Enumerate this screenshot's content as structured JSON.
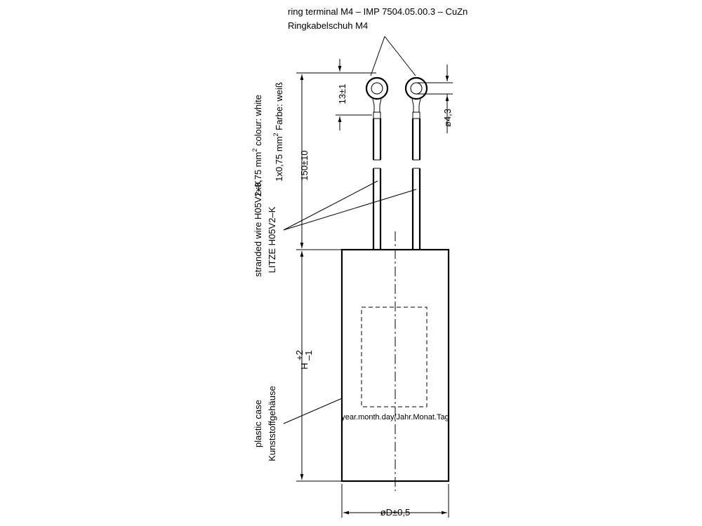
{
  "labels": {
    "ring_terminal_en": "ring terminal M4 – IMP 7504.05.00.3 – CuZn",
    "ring_terminal_de": "Ringkabelschuh M4",
    "wire_en_1": "1x0,75 mm",
    "wire_en_sup": "2",
    "wire_en_2": " colour: white",
    "wire_de_1": "1x0,75 mm",
    "wire_de_sup": "2",
    "wire_de_2": " Farbe: weiß",
    "stranded_wire_en": "stranded wire H05V2–K",
    "stranded_wire_de": "LITZE H05V2–K",
    "plastic_case_en": "plastic case",
    "plastic_case_de": "Kunststoffgehäuse",
    "date_code": "year.month.day/Jahr.Monat.Tag"
  },
  "dimensions": {
    "terminal_length": "13±1",
    "hole_diameter": "ø4,3",
    "lead_length": "150±10",
    "height_main": "H",
    "height_tol_upper": "+2",
    "height_tol_lower": "–1",
    "diameter": "øD±0,5"
  }
}
